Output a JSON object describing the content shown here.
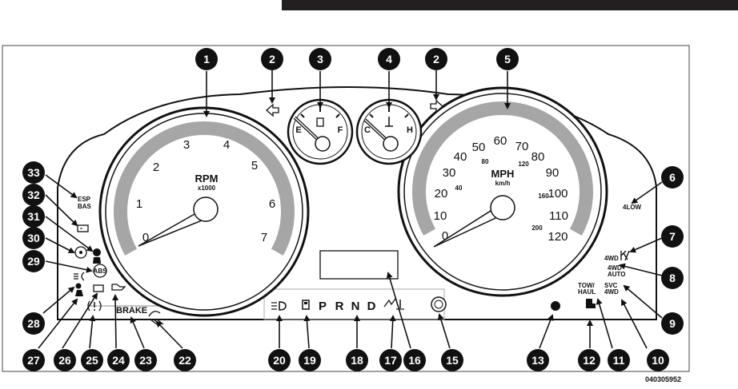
{
  "tachometer": {
    "label": "RPM",
    "multiplier": "x1000",
    "ticks": [
      "0",
      "1",
      "2",
      "3",
      "4",
      "5",
      "6",
      "7"
    ]
  },
  "speedometer": {
    "label": "MPH",
    "sublabel": "km/h",
    "mph_ticks": [
      "0",
      "10",
      "20",
      "30",
      "40",
      "50",
      "60",
      "70",
      "80",
      "90",
      "100",
      "110",
      "120"
    ],
    "kmh_ticks": [
      "40",
      "80",
      "120",
      "160",
      "200"
    ]
  },
  "fuel_gauge": {
    "empty": "E",
    "full": "F"
  },
  "temp_gauge": {
    "cold": "C",
    "hot": "H"
  },
  "gear_selector": [
    "P",
    "R",
    "N",
    "D"
  ],
  "indicator_text": {
    "esp": "ESP",
    "bas": "BAS",
    "low4": "4LOW",
    "wd4": "4WD",
    "wd4_auto_top": "4WD",
    "wd4_auto_bottom": "AUTO",
    "tow_top": "TOW/",
    "tow_bottom": "HAUL",
    "svc_top": "SVC",
    "svc_bottom": "4WD",
    "brake": "BRAKE",
    "abs": "ABS"
  },
  "callouts": [
    "1",
    "2",
    "3",
    "4",
    "2",
    "5",
    "6",
    "7",
    "8",
    "9",
    "10",
    "11",
    "12",
    "13",
    "15",
    "16",
    "17",
    "18",
    "19",
    "20",
    "22",
    "23",
    "24",
    "25",
    "26",
    "27",
    "28",
    "29",
    "30",
    "31",
    "32",
    "33"
  ],
  "figure_code": "040305952"
}
